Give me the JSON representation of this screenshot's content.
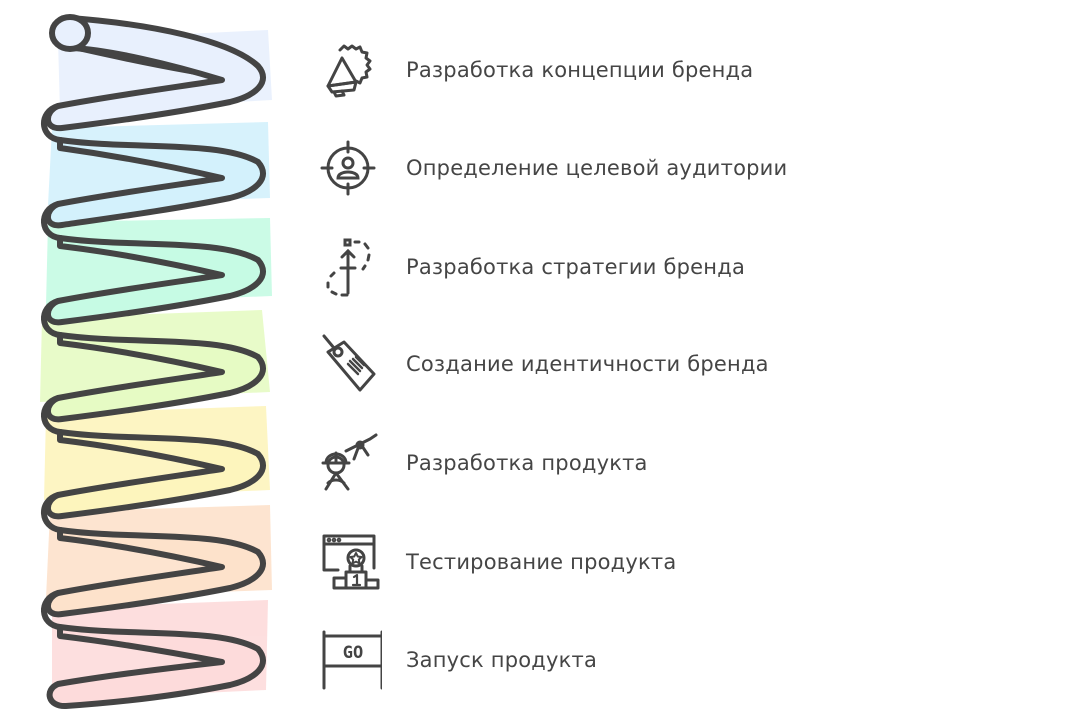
{
  "diagram": {
    "type": "spiral-process",
    "stroke_color": "#444444",
    "steps": [
      {
        "label": "Разработка концепции бренда",
        "icon": "megaphone-badge-icon",
        "color": "#e8f0fd"
      },
      {
        "label": "Определение целевой аудитории",
        "icon": "target-user-icon",
        "color": "#d3f1fc"
      },
      {
        "label": "Разработка стратегии бренда",
        "icon": "strategy-arrow-icon",
        "color": "#c6fbe4"
      },
      {
        "label": "Создание идентичности бренда",
        "icon": "price-tag-icon",
        "color": "#e6fbc4"
      },
      {
        "label": "Разработка продукта",
        "icon": "engineer-compass-icon",
        "color": "#fdf5bd"
      },
      {
        "label": "Тестирование продукта",
        "icon": "award-podium-window-icon",
        "color": "#fde2cb"
      },
      {
        "label": "Запуск продукта",
        "icon": "go-sign-icon",
        "color": "#fddbdb",
        "icon_text": "GO"
      }
    ]
  }
}
